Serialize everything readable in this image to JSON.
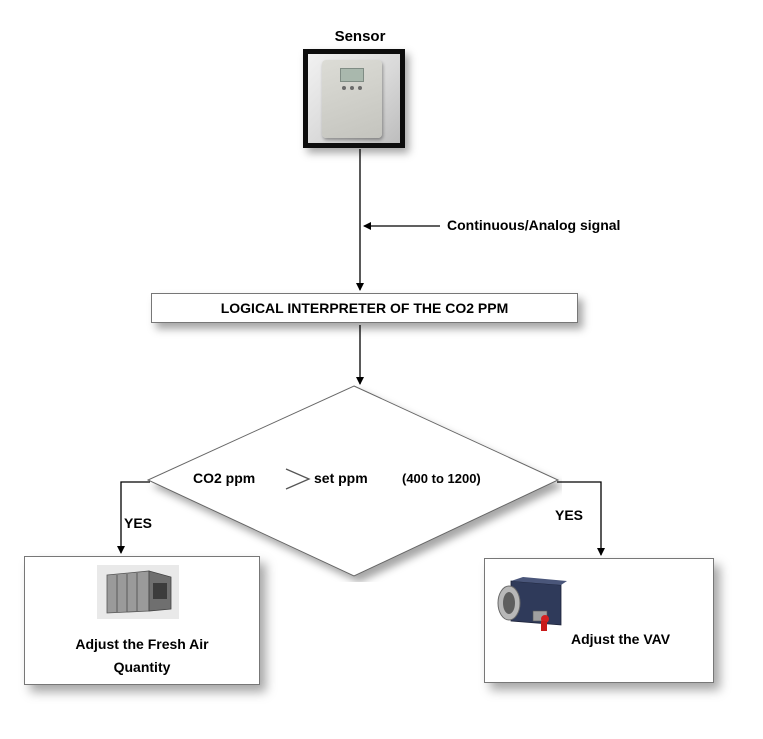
{
  "sensor": {
    "title": "Sensor",
    "icon": "co2-sensor-photo"
  },
  "signal": {
    "label": "Continuous/Analog signal"
  },
  "interpreter": {
    "label": "LOGICAL INTERPRETER OF THE CO2 PPM"
  },
  "decision": {
    "left_text": "CO2 ppm",
    "operator_icon": "greater-than-icon",
    "right_text": "set ppm",
    "range_text": "(400 to 1200)"
  },
  "branches": {
    "left": {
      "condition": "YES",
      "line1": "Adjust the Fresh Air",
      "line2": "Quantity",
      "icon": "air-handling-unit-photo"
    },
    "right": {
      "condition": "YES",
      "action": "Adjust the VAV",
      "icon": "vav-damper-photo"
    }
  },
  "colors": {
    "line": "#000000",
    "box_border": "#777777",
    "shadow": "#595959"
  }
}
